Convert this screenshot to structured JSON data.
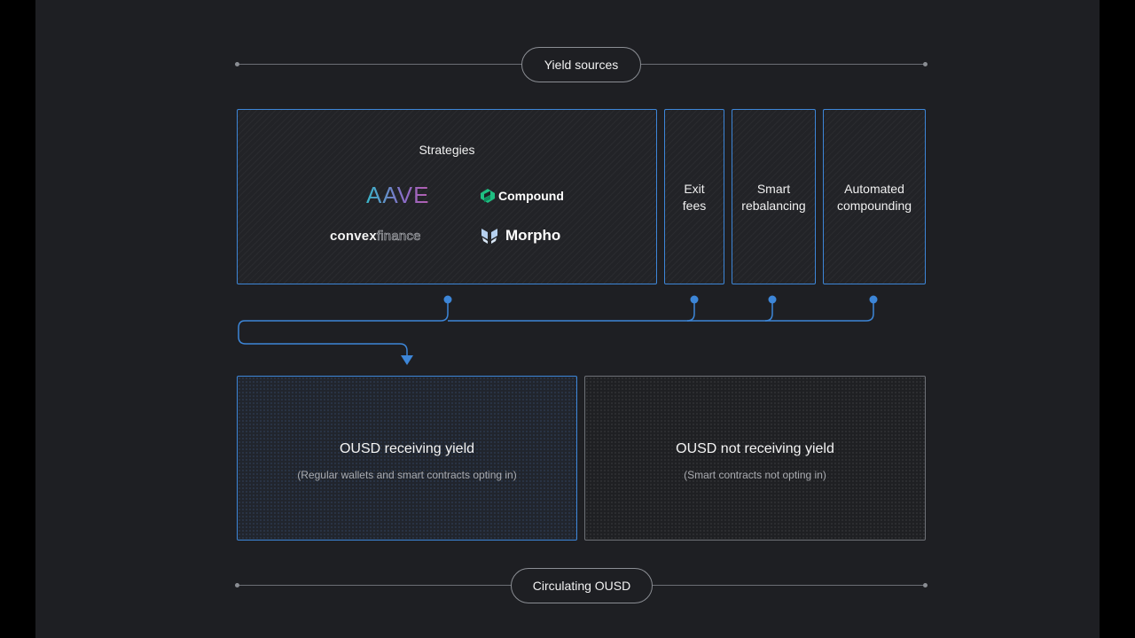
{
  "header": {
    "label": "Yield sources"
  },
  "strategies": {
    "title": "Strategies",
    "logos": {
      "aave": "AAVE",
      "compound": "Compound",
      "convex_a": "convex",
      "convex_b": "finance",
      "morpho": "Morpho"
    }
  },
  "sources": [
    {
      "line1": "Exit",
      "line2": "fees"
    },
    {
      "line1": "Smart",
      "line2": "rebalancing"
    },
    {
      "line1": "Automated",
      "line2": "compounding"
    }
  ],
  "receiving": {
    "title": "OUSD receiving yield",
    "subtitle": "(Regular wallets and smart contracts opting in)"
  },
  "not_receiving": {
    "title": "OUSD not receiving yield",
    "subtitle": "(Smart contracts not opting in)"
  },
  "footer": {
    "label": "Circulating OUSD"
  },
  "colors": {
    "accent": "#3d86d8",
    "background": "#1e1f23",
    "outer": "#000000"
  },
  "icons": [
    "compound-icon",
    "morpho-icon",
    "arrow-down-icon"
  ]
}
